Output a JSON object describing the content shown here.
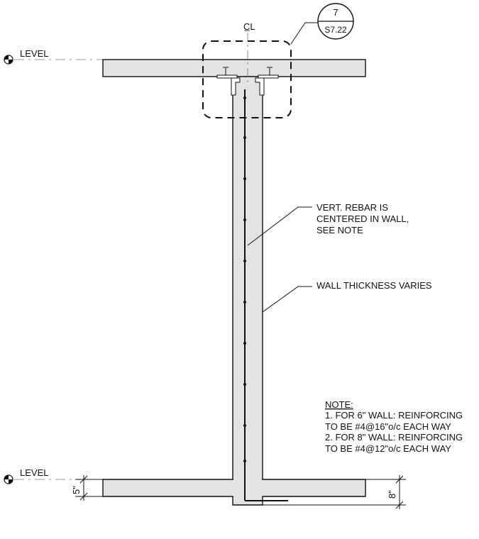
{
  "section_marker": {
    "number": "7",
    "sheet": "S7.22"
  },
  "centerline_symbol": "C̲L",
  "levels": {
    "top": "LEVEL",
    "bottom": "LEVEL"
  },
  "callouts": {
    "rebar": [
      "VERT. REBAR IS",
      "CENTERED IN WALL,",
      "SEE NOTE"
    ],
    "wall": "WALL THICKNESS VARIES"
  },
  "note": {
    "title": "NOTE:",
    "lines": [
      "1.  FOR 6\" WALL: REINFORCING",
      "TO BE #4@16\"o/c EACH WAY",
      "2.  FOR 8\" WALL: REINFORCING",
      "TO BE #4@12\"o/c EACH WAY"
    ]
  },
  "dimensions": {
    "slab": "5\"",
    "thickened_slab": "8\""
  },
  "colors": {
    "concrete": "#e3e3e3",
    "line": "#111111"
  }
}
